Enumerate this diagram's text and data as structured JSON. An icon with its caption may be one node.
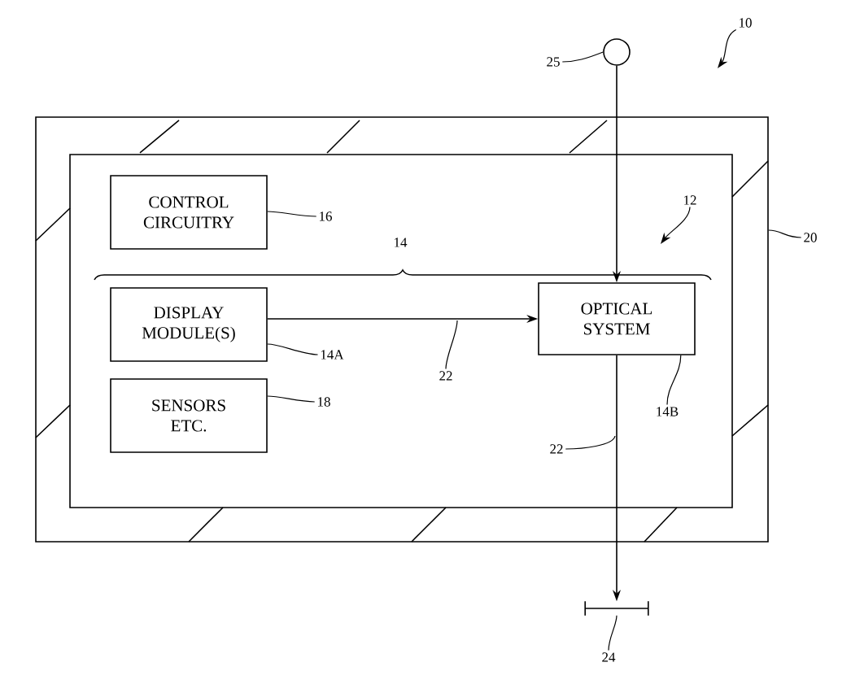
{
  "diagram": {
    "nodes": [
      {
        "text": [],
        "shape": "box"
      },
      {
        "text": [],
        "shape": "box",
        "in": 0
      },
      {
        "text": [
          "CONTROL CIRCUITRY"
        ],
        "in": 1
      },
      {
        "text": [
          "DISPLAY MODULE(S)"
        ],
        "in": 1
      },
      {
        "text": [
          "SENSORS ETC."
        ],
        "in": 1
      },
      {
        "text": [
          "OPTICAL SYSTEM"
        ],
        "in": 1
      },
      {
        "text": [],
        "shape": "circle"
      },
      {
        "text": [],
        "shape": "bar"
      },
      {
        "text": [
          "10"
        ]
      },
      {
        "text": [
          "25"
        ]
      },
      {
        "text": [
          "16"
        ],
        "in": 1
      },
      {
        "text": [
          "12"
        ],
        "in": 1
      },
      {
        "text": [
          "20"
        ]
      },
      {
        "text": [
          "14A"
        ],
        "in": 1
      },
      {
        "text": [
          "22"
        ],
        "in": 1
      },
      {
        "text": [
          "18"
        ],
        "in": 1
      },
      {
        "text": [
          "14B"
        ],
        "in": 1
      },
      {
        "text": [
          "22"
        ],
        "in": 1
      },
      {
        "text": [
          "24"
        ]
      }
    ],
    "edges": [
      {
        "from": 6,
        "to": 5,
        "arrow": "to"
      },
      {
        "from": 3,
        "to": 5,
        "arrow": "to"
      },
      {
        "from": 5,
        "to": 7,
        "arrow": "to"
      },
      {
        "from": 8,
        "to": null,
        "arrow": "to"
      },
      {
        "from": 9,
        "to": 6,
        "arrow": "none"
      },
      {
        "from": 10,
        "to": 2,
        "arrow": "none"
      },
      {
        "from": 11,
        "to": null,
        "arrow": "to"
      },
      {
        "from": 12,
        "to": 0,
        "arrow": "none"
      },
      {
        "from": 13,
        "to": 3,
        "arrow": "none"
      },
      {
        "from": 14,
        "to": null,
        "arrow": "none"
      },
      {
        "from": 15,
        "to": 4,
        "arrow": "none"
      },
      {
        "from": 16,
        "to": 5,
        "arrow": "none"
      },
      {
        "from": 17,
        "to": null,
        "arrow": "none"
      },
      {
        "from": 18,
        "to": 7,
        "arrow": "none"
      }
    ],
    "labels": [
      "14"
    ]
  }
}
